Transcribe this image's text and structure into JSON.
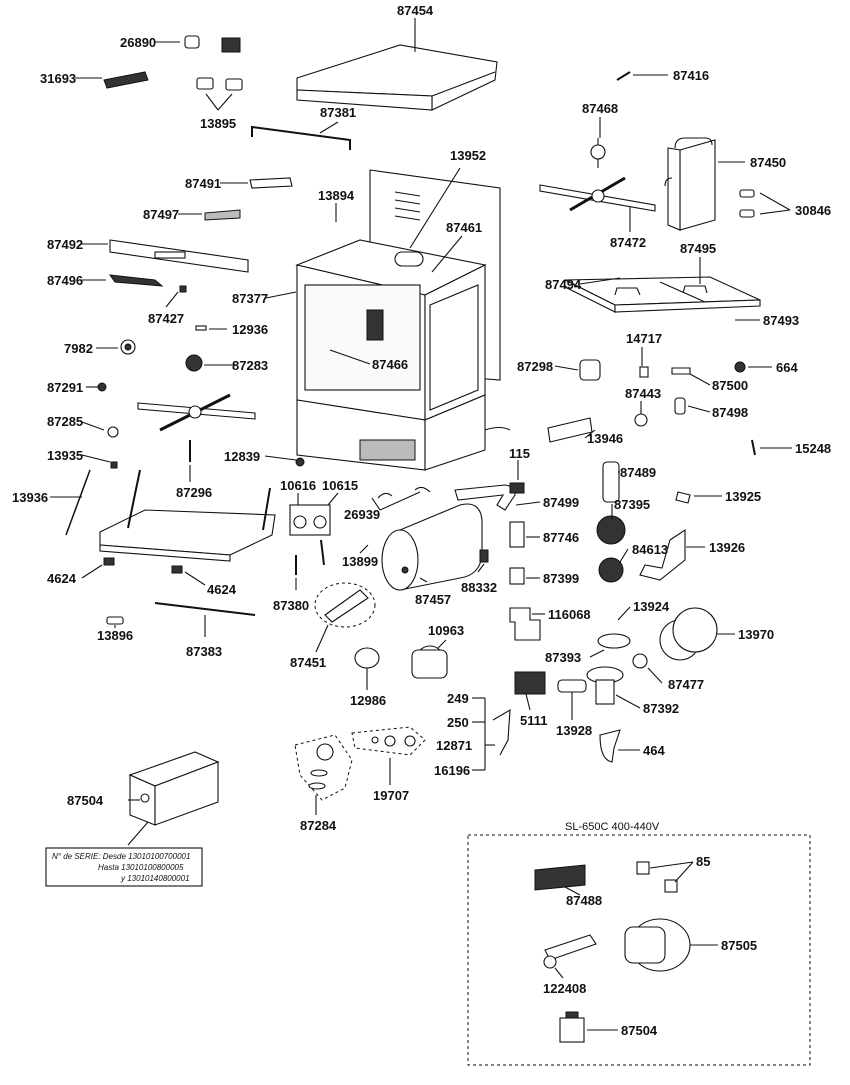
{
  "diagram": {
    "callouts": [
      {
        "id": "c-87454",
        "text": "87454"
      },
      {
        "id": "c-26890",
        "text": "26890"
      },
      {
        "id": "c-31693",
        "text": "31693"
      },
      {
        "id": "c-13895",
        "text": "13895"
      },
      {
        "id": "c-87381",
        "text": "87381"
      },
      {
        "id": "c-87416",
        "text": "87416"
      },
      {
        "id": "c-87468",
        "text": "87468"
      },
      {
        "id": "c-87450",
        "text": "87450"
      },
      {
        "id": "c-13952",
        "text": "13952"
      },
      {
        "id": "c-87491",
        "text": "87491"
      },
      {
        "id": "c-13894",
        "text": "13894"
      },
      {
        "id": "c-87497",
        "text": "87497"
      },
      {
        "id": "c-87461",
        "text": "87461"
      },
      {
        "id": "c-87492",
        "text": "87492"
      },
      {
        "id": "c-87472",
        "text": "87472"
      },
      {
        "id": "c-30846",
        "text": "30846"
      },
      {
        "id": "c-87495",
        "text": "87495"
      },
      {
        "id": "c-87496",
        "text": "87496"
      },
      {
        "id": "c-87377",
        "text": "87377"
      },
      {
        "id": "c-87494",
        "text": "87494"
      },
      {
        "id": "c-87427",
        "text": "87427"
      },
      {
        "id": "c-87493",
        "text": "87493"
      },
      {
        "id": "c-12936",
        "text": "12936"
      },
      {
        "id": "c-14717",
        "text": "14717"
      },
      {
        "id": "c-7982",
        "text": "7982"
      },
      {
        "id": "c-87466",
        "text": "87466"
      },
      {
        "id": "c-87283",
        "text": "87283"
      },
      {
        "id": "c-87298",
        "text": "87298"
      },
      {
        "id": "c-664",
        "text": "664"
      },
      {
        "id": "c-87500",
        "text": "87500"
      },
      {
        "id": "c-87291",
        "text": "87291"
      },
      {
        "id": "c-87443",
        "text": "87443"
      },
      {
        "id": "c-87498",
        "text": "87498"
      },
      {
        "id": "c-87285",
        "text": "87285"
      },
      {
        "id": "c-13946",
        "text": "13946"
      },
      {
        "id": "c-15248",
        "text": "15248"
      },
      {
        "id": "c-13935",
        "text": "13935"
      },
      {
        "id": "c-12839",
        "text": "12839"
      },
      {
        "id": "c-115",
        "text": "115"
      },
      {
        "id": "c-87489",
        "text": "87489"
      },
      {
        "id": "c-87296",
        "text": "87296"
      },
      {
        "id": "c-13936",
        "text": "13936"
      },
      {
        "id": "c-10616",
        "text": "10616"
      },
      {
        "id": "c-10615",
        "text": "10615"
      },
      {
        "id": "c-87499",
        "text": "87499"
      },
      {
        "id": "c-87395",
        "text": "87395"
      },
      {
        "id": "c-13925",
        "text": "13925"
      },
      {
        "id": "c-26939",
        "text": "26939"
      },
      {
        "id": "c-87746",
        "text": "87746"
      },
      {
        "id": "c-13926",
        "text": "13926"
      },
      {
        "id": "c-84613",
        "text": "84613"
      },
      {
        "id": "c-13899",
        "text": "13899"
      },
      {
        "id": "c-87399",
        "text": "87399"
      },
      {
        "id": "c-4624a",
        "text": "4624"
      },
      {
        "id": "c-4624b",
        "text": "4624"
      },
      {
        "id": "c-87380",
        "text": "87380"
      },
      {
        "id": "c-87457",
        "text": "87457"
      },
      {
        "id": "c-88332",
        "text": "88332"
      },
      {
        "id": "c-116068",
        "text": "116068"
      },
      {
        "id": "c-13924",
        "text": "13924"
      },
      {
        "id": "c-13896",
        "text": "13896"
      },
      {
        "id": "c-87383",
        "text": "87383"
      },
      {
        "id": "c-87451",
        "text": "87451"
      },
      {
        "id": "c-10963",
        "text": "10963"
      },
      {
        "id": "c-13970",
        "text": "13970"
      },
      {
        "id": "c-87393",
        "text": "87393"
      },
      {
        "id": "c-87477",
        "text": "87477"
      },
      {
        "id": "c-12986",
        "text": "12986"
      },
      {
        "id": "c-249",
        "text": "249"
      },
      {
        "id": "c-250",
        "text": "250"
      },
      {
        "id": "c-12871",
        "text": "12871"
      },
      {
        "id": "c-16196",
        "text": "16196"
      },
      {
        "id": "c-5111",
        "text": "5111"
      },
      {
        "id": "c-13928",
        "text": "13928"
      },
      {
        "id": "c-87392",
        "text": "87392"
      },
      {
        "id": "c-464",
        "text": "464"
      },
      {
        "id": "c-19707",
        "text": "19707"
      },
      {
        "id": "c-87504a",
        "text": "87504"
      },
      {
        "id": "c-87284",
        "text": "87284"
      },
      {
        "id": "c-87488",
        "text": "87488"
      },
      {
        "id": "c-85",
        "text": "85"
      },
      {
        "id": "c-87505",
        "text": "87505"
      },
      {
        "id": "c-122408",
        "text": "122408"
      },
      {
        "id": "c-87504b",
        "text": "87504"
      }
    ],
    "variant_box_title": "SL-650C  400-440V",
    "serial_label": {
      "line1": "N° de SERIE: Desde 13010100700001",
      "line2": "Hasta 13010100800005",
      "line3": "y    13010140800001"
    }
  }
}
